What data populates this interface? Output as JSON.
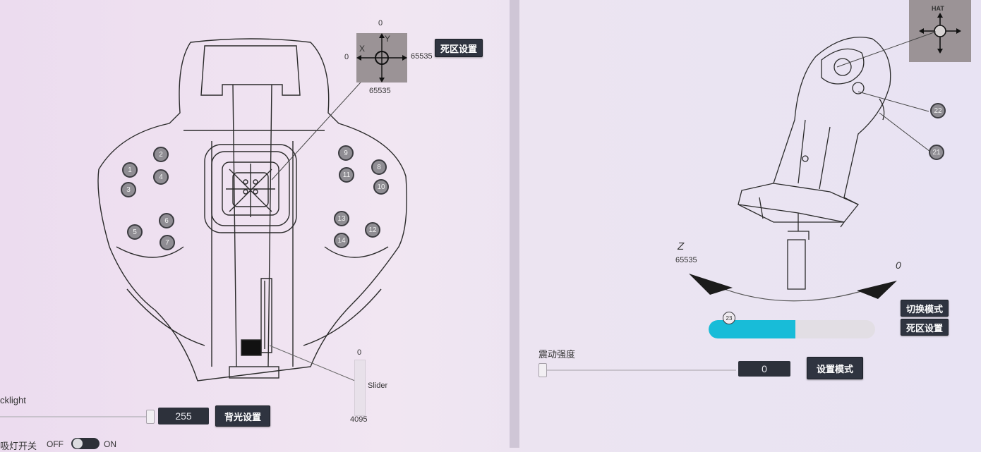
{
  "left_panel": {
    "axis_xy": {
      "x_label": "X",
      "y_label": "Y",
      "top_value": "0",
      "left_value": "0",
      "right_value": "65535",
      "bottom_value": "65535"
    },
    "deadzone_button": "死区设置",
    "buttons": [
      "1",
      "2",
      "3",
      "4",
      "5",
      "6",
      "7",
      "8",
      "9",
      "10",
      "11",
      "12",
      "13",
      "14"
    ],
    "slider": {
      "label": "Slider",
      "min_label": "0",
      "max_label": "4095"
    },
    "backlight": {
      "label": "cklight",
      "value": "255",
      "value_fraction": 1.0,
      "button": "背光设置"
    },
    "light_toggle": {
      "label": "吸灯开关",
      "off": "OFF",
      "on": "ON",
      "state": "off"
    }
  },
  "right_panel": {
    "hat": {
      "label": "HAT"
    },
    "buttons": [
      "22",
      "21",
      "23"
    ],
    "z_axis": {
      "label": "Z",
      "left_value": "65535",
      "right_value": "0",
      "progress_fraction": 0.52
    },
    "switch_mode_button": "切换模式",
    "deadzone_button": "死区设置",
    "vibration": {
      "label": "震动强度",
      "value": "0",
      "value_fraction": 0.0,
      "button": "设置模式"
    }
  },
  "colors": {
    "accent_progress": "#18bcd8",
    "button_dark": "#2f3440"
  }
}
